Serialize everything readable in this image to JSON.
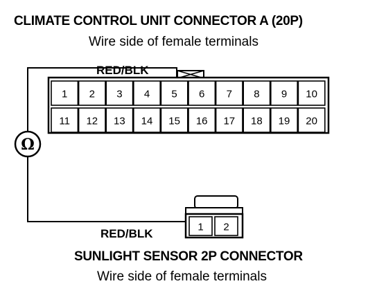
{
  "connector_a": {
    "title": "CLIMATE CONTROL UNIT CONNECTOR A (20P)",
    "subtitle": "Wire side of female terminals",
    "wire_label": "RED/BLK",
    "row1": [
      "1",
      "2",
      "3",
      "4",
      "5",
      "6",
      "7",
      "8",
      "9",
      "10"
    ],
    "row2": [
      "11",
      "12",
      "13",
      "14",
      "15",
      "16",
      "17",
      "18",
      "19",
      "20"
    ]
  },
  "meter": {
    "symbol": "Ω",
    "icon": "ohmmeter-icon"
  },
  "sensor_connector": {
    "title": "SUNLIGHT SENSOR 2P CONNECTOR",
    "subtitle": "Wire side of female terminals",
    "wire_label": "RED/BLK",
    "pins": [
      "1",
      "2"
    ]
  }
}
